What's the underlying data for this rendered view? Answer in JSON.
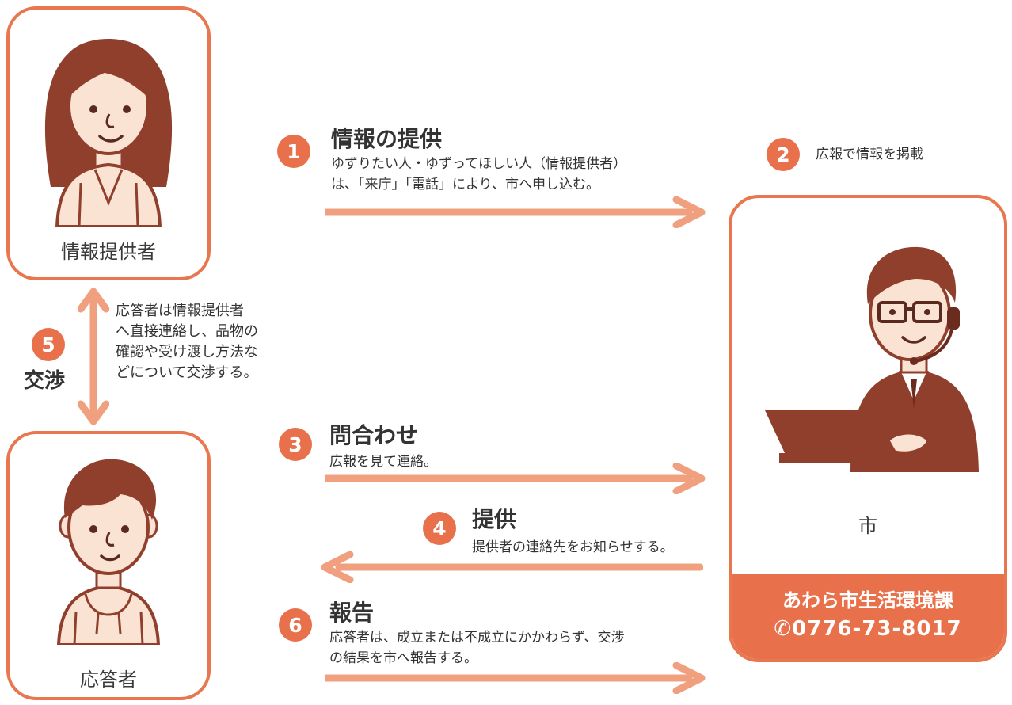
{
  "provider": {
    "label": "情報提供者"
  },
  "responder": {
    "label": "応答者"
  },
  "city": {
    "label": "市",
    "department": "あわら市生活環境課",
    "phone_icon": "phone-icon",
    "phone": "0776-73-8017"
  },
  "steps": [
    {
      "number": "1",
      "title": "情報の提供",
      "description": [
        "ゆずりたい人・ゆずってほしい人（情報提供者）",
        "は、「来庁」「電話」により、市へ申し込む。"
      ]
    },
    {
      "number": "2",
      "title": "広報で情報を掲載"
    },
    {
      "number": "3",
      "title": "問合わせ",
      "description": [
        "広報を見て連絡。"
      ]
    },
    {
      "number": "4",
      "title": "提供",
      "description": [
        "提供者の連絡先をお知らせする。"
      ]
    },
    {
      "number": "5",
      "title": "交渉",
      "description": [
        "応答者は情報提供者",
        "へ直接連絡し、品物の",
        "確認や受け渡し方法な",
        "どについて交渉する。"
      ]
    },
    {
      "number": "6",
      "title": "報告",
      "description": [
        "応答者は、成立または不成立にかかわらず、交渉",
        "の結果を市へ報告する。"
      ]
    }
  ],
  "colors": {
    "accent": "#e8704a",
    "arrow": "#f0a07f",
    "hair": "#8f3f2b",
    "skin": "#fbe3d4"
  }
}
